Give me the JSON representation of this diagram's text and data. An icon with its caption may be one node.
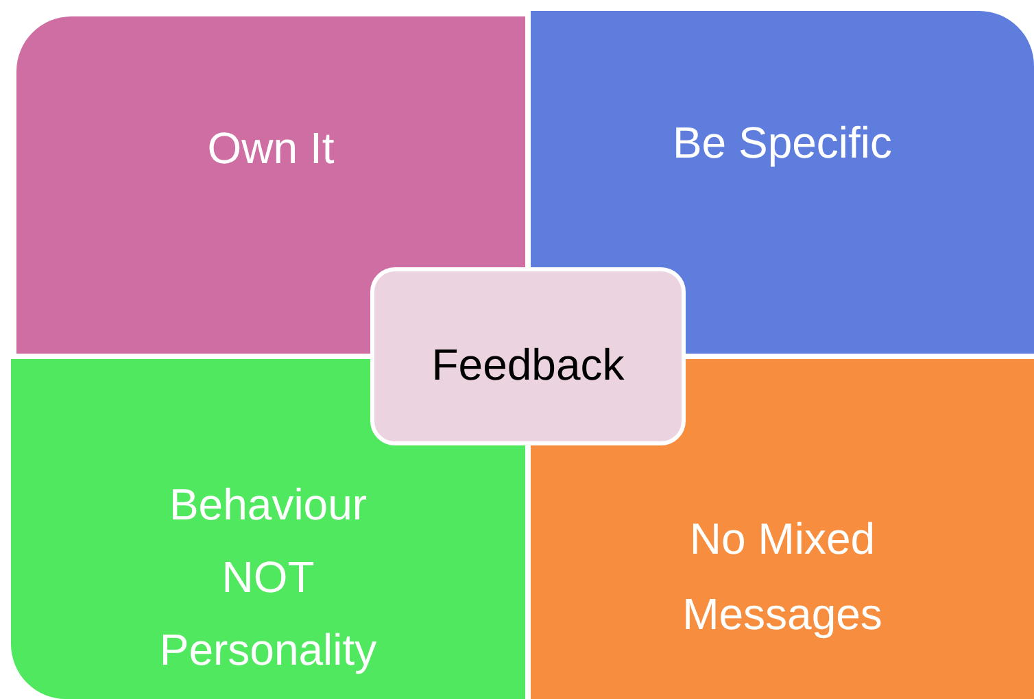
{
  "diagram": {
    "nodes": [
      {
        "text": [
          "Own It"
        ]
      },
      {
        "text": [
          "Be Specific"
        ]
      },
      {
        "text": [
          "Feedback"
        ]
      },
      {
        "text": [
          "Behaviour NOT Personality"
        ]
      },
      {
        "text": [
          "No Mixed Messages"
        ]
      }
    ]
  }
}
